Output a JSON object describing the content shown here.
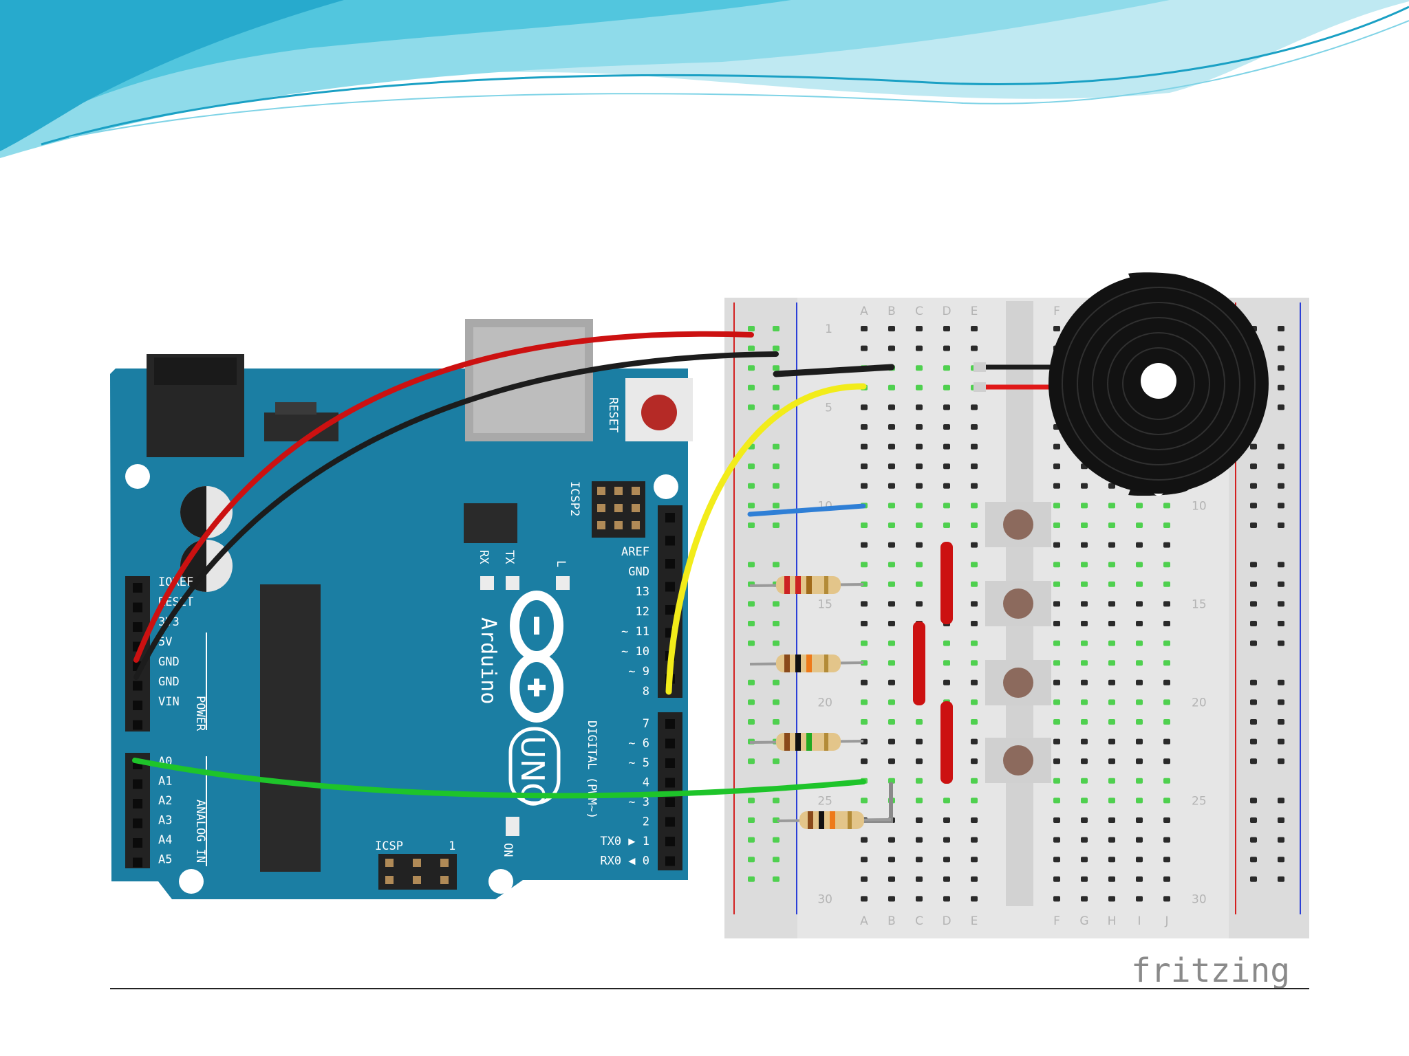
{
  "header_wave": {
    "colors": [
      "#7fd3e6",
      "#4ec3dc",
      "#1da3c8"
    ]
  },
  "arduino": {
    "color": "#1b7ea3",
    "reset_label": "RESET",
    "icsp2_label": "ICSP2",
    "icsp_label": "ICSP",
    "icsp_pin1": "1",
    "tx_label": "TX",
    "rx_label": "RX",
    "l_label": "L",
    "on_label": "ON",
    "brand": "Arduino",
    "model": "UNO",
    "digital_label": "DIGITAL (PWM~)",
    "power_label": "POWER",
    "analog_label": "ANALOG IN",
    "power_pins": [
      "IOREF",
      "RESET",
      "3V3",
      "5V",
      "GND",
      "GND",
      "VIN"
    ],
    "analog_pins": [
      "A0",
      "A1",
      "A2",
      "A3",
      "A4",
      "A5"
    ],
    "digital_pins_top": [
      "AREF",
      "GND",
      "13",
      "12",
      "~ 11",
      "~ 10",
      "~ 9",
      "8"
    ],
    "digital_pins_bottom": [
      "7",
      "~ 6",
      "~ 5",
      "4",
      "~ 3",
      "2",
      "TX0 ▶ 1",
      "RX0 ◀ 0"
    ]
  },
  "breadboard": {
    "columns_left": [
      "A",
      "B",
      "C",
      "D",
      "E"
    ],
    "columns_right": [
      "F",
      "G",
      "H",
      "I",
      "J"
    ],
    "row_numbers": [
      "1",
      "5",
      "10",
      "15",
      "20",
      "25",
      "30"
    ]
  },
  "wire_colors": {
    "red": "#cc1111",
    "black": "#1c1c1c",
    "yellow": "#f2ec1a",
    "green": "#1ec42a",
    "blue": "#2f7fd6"
  },
  "credit": "fritzing"
}
